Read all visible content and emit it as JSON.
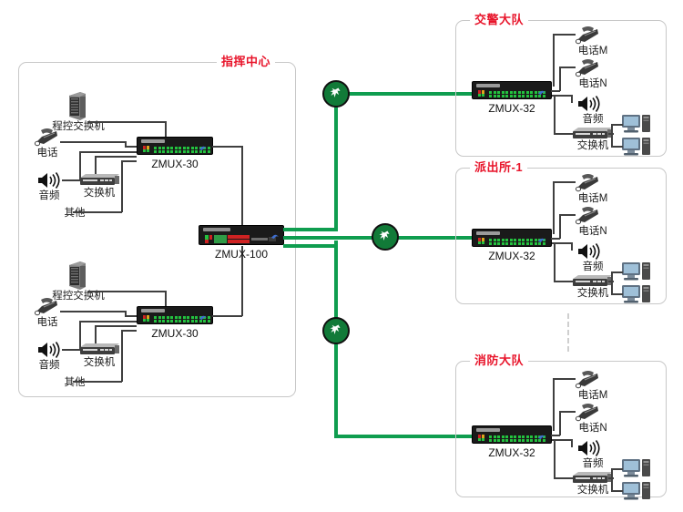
{
  "diagram": {
    "title_colors": {
      "group_title": "#e8152b",
      "link": "#0f9d4f",
      "wire": "#3f3f3f"
    },
    "groups": [
      {
        "id": "command-center",
        "label": "指挥中心"
      },
      {
        "id": "traffic-police",
        "label": "交警大队"
      },
      {
        "id": "police-station-1",
        "label": "派出所-1"
      },
      {
        "id": "fire-brigade",
        "label": "消防大队"
      }
    ],
    "command_center": {
      "label": "指挥中心",
      "core_device": {
        "name": "ZMUX-100"
      },
      "branches": [
        {
          "device": "ZMUX-30",
          "endpoints": [
            {
              "icon": "pbx-tower-icon",
              "label": "程控交换机"
            },
            {
              "icon": "telephone-icon",
              "label": "电话"
            },
            {
              "icon": "speaker-icon",
              "label": "音频"
            },
            {
              "icon": "switch-icon",
              "label": "交换机"
            },
            {
              "icon": "other-icon",
              "label": "其他"
            }
          ]
        },
        {
          "device": "ZMUX-30",
          "endpoints": [
            {
              "icon": "pbx-tower-icon",
              "label": "程控交换机"
            },
            {
              "icon": "telephone-icon",
              "label": "电话"
            },
            {
              "icon": "speaker-icon",
              "label": "音频"
            },
            {
              "icon": "switch-icon",
              "label": "交换机"
            },
            {
              "icon": "other-icon",
              "label": "其他"
            }
          ]
        }
      ]
    },
    "remote_sites": [
      {
        "id": "traffic-police",
        "label": "交警大队",
        "device": "ZMUX-32",
        "endpoints": [
          {
            "icon": "telephone-icon",
            "label": "电话M"
          },
          {
            "icon": "telephone-icon",
            "label": "电话N"
          },
          {
            "icon": "speaker-icon",
            "label": "音频"
          },
          {
            "icon": "switch-icon",
            "label": "交换机"
          }
        ],
        "computers": 2
      },
      {
        "id": "police-station-1",
        "label": "派出所-1",
        "device": "ZMUX-32",
        "endpoints": [
          {
            "icon": "telephone-icon",
            "label": "电话M"
          },
          {
            "icon": "telephone-icon",
            "label": "电话N"
          },
          {
            "icon": "speaker-icon",
            "label": "音频"
          },
          {
            "icon": "switch-icon",
            "label": "交换机"
          }
        ],
        "computers": 2
      },
      {
        "id": "fire-brigade",
        "label": "消防大队",
        "device": "ZMUX-32",
        "endpoints": [
          {
            "icon": "telephone-icon",
            "label": "电话M"
          },
          {
            "icon": "telephone-icon",
            "label": "电话N"
          },
          {
            "icon": "speaker-icon",
            "label": "音频"
          },
          {
            "icon": "switch-icon",
            "label": "交换机"
          }
        ],
        "computers": 2
      }
    ],
    "relay_nodes": [
      {
        "id": "relay-top",
        "icon": "link-node-icon"
      },
      {
        "id": "relay-middle",
        "icon": "link-node-icon"
      },
      {
        "id": "relay-bottom",
        "icon": "link-node-icon"
      }
    ]
  }
}
